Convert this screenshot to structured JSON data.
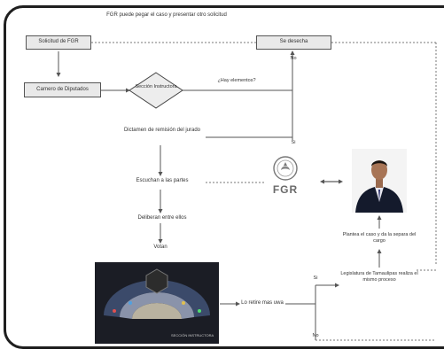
{
  "diagram": {
    "top_note": "FGR puede pegar el caso y presentar otro solicitud",
    "nodes": {
      "solicitud": "Solicitud de FGR",
      "se_desecha": "Se desecha",
      "carnero": "Carnero de Diputados",
      "seccion": "Sección Instructora",
      "pregunta_elementos": "¿Hay elementos?",
      "dictamen": "Dictamen de remisión del jurado",
      "escuchan": "Escuchan a las partes",
      "deliberan": "Deliberan entre ellos",
      "votan": "Votan",
      "fgr_label": "FGR",
      "plantea": "Plantea el caso y da la separa del cargo",
      "legislatura": "Legislatura de Tamaulipas realiza el mismo proceso",
      "lo_retire": "Lo retire mas uwa"
    },
    "edge_labels": {
      "no_top": "No",
      "si_mid": "Si",
      "si_bottom": "Si",
      "no_bottom": "No"
    },
    "photo_caption": "SECCIÓN INSTRUCTORA"
  }
}
